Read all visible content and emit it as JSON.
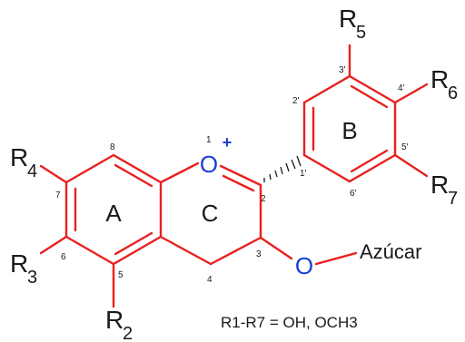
{
  "atoms": {
    "oxygen_ring": "O",
    "oxygen_ring_charge": "+",
    "oxygen_ether": "O"
  },
  "substituents": {
    "r2": {
      "base": "R",
      "sub": "2"
    },
    "r3": {
      "base": "R",
      "sub": "3"
    },
    "r4": {
      "base": "R",
      "sub": "4"
    },
    "r5": {
      "base": "R",
      "sub": "5"
    },
    "r6": {
      "base": "R",
      "sub": "6"
    },
    "r7": {
      "base": "R",
      "sub": "7"
    }
  },
  "rings": {
    "a": "A",
    "b": "B",
    "c": "C"
  },
  "numbering": {
    "n1": "1",
    "n2": "2",
    "n3": "3",
    "n4": "4",
    "n5": "5",
    "n6": "6",
    "n7": "7",
    "n8": "8",
    "n1p": "1'",
    "n2p": "2'",
    "n3p": "3'",
    "n4p": "4'",
    "n5p": "5'",
    "n6p": "6'"
  },
  "sugar_label": "Azúcar",
  "note": "R1-R7 = OH, OCH3",
  "colors": {
    "bonds": "#e8201e",
    "heteroatom": "#1a3fd6",
    "text": "#1a1a1a"
  }
}
